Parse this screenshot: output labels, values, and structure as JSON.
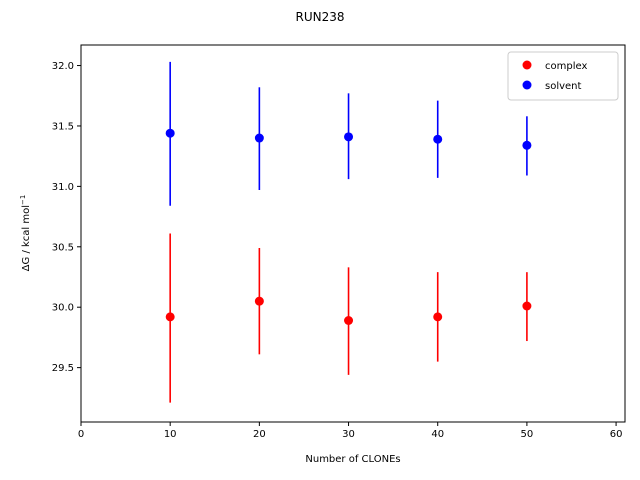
{
  "chart_data": {
    "type": "scatter",
    "title": "RUN238",
    "xlabel": "Number of CLONEs",
    "ylabel": "ΔG / kcal mol",
    "ylabel_superscript": "−1",
    "xlim": [
      0,
      61
    ],
    "ylim": [
      29.05,
      32.17
    ],
    "xticks": [
      0,
      10,
      20,
      30,
      40,
      50,
      60
    ],
    "yticks": [
      29.5,
      30.0,
      30.5,
      31.0,
      31.5,
      32.0
    ],
    "xtick_labels": [
      "0",
      "10",
      "20",
      "30",
      "40",
      "50",
      "60"
    ],
    "ytick_labels": [
      "29.5",
      "30.0",
      "30.5",
      "31.0",
      "31.5",
      "32.0"
    ],
    "legend_position": "top-right",
    "series": [
      {
        "name": "complex",
        "color": "#ff0000",
        "x": [
          10,
          20,
          30,
          40,
          50
        ],
        "y": [
          29.92,
          30.05,
          29.89,
          29.92,
          30.01
        ],
        "err_low": [
          29.21,
          29.61,
          29.44,
          29.55,
          29.72
        ],
        "err_high": [
          30.61,
          30.49,
          30.33,
          30.29,
          30.29
        ]
      },
      {
        "name": "solvent",
        "color": "#0000ff",
        "x": [
          10,
          20,
          30,
          40,
          50
        ],
        "y": [
          31.44,
          31.4,
          31.41,
          31.39,
          31.34
        ],
        "err_low": [
          30.84,
          30.97,
          31.06,
          31.07,
          31.09
        ],
        "err_high": [
          32.03,
          31.82,
          31.77,
          31.71,
          31.58
        ]
      }
    ]
  }
}
